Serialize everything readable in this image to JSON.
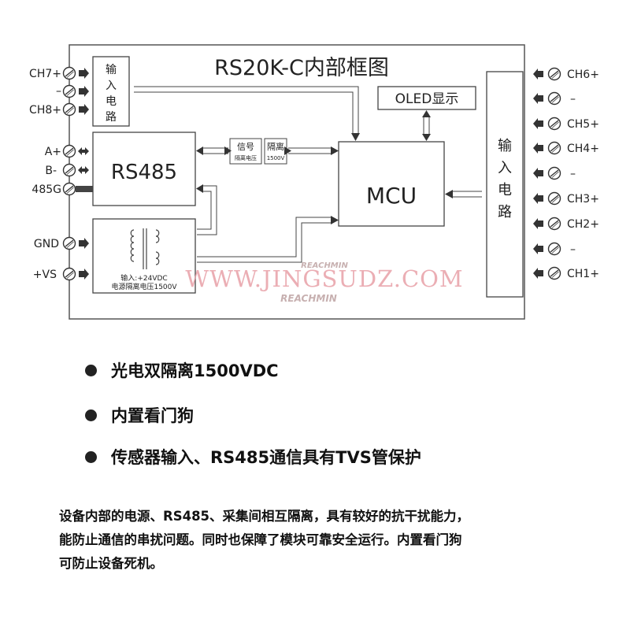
{
  "diagram": {
    "title": "RS20K-C内部框图",
    "left_input_block": [
      "输",
      "入",
      "电",
      "路"
    ],
    "right_input_block": [
      "输",
      "入",
      "电",
      "路"
    ],
    "rs485_block": "RS485",
    "mcu_block": "MCU",
    "oled_block": "OLED显示",
    "signal_label": "信号",
    "signal_sub": "隔离电压",
    "isolation_label": "隔离",
    "isolation_sub": "1500V",
    "power_block_line1": "输入:+24VDC",
    "power_block_line2": "电源隔离电压1500V",
    "left_terminals": [
      "CH7+",
      "–",
      "CH8+",
      "A+",
      "B-",
      "485G",
      "GND",
      "+VS"
    ],
    "right_terminals": [
      "CH6+",
      "–",
      "CH5+",
      "CH4+",
      "–",
      "CH3+",
      "CH2+",
      "–",
      "CH1+"
    ],
    "watermark_url": "WWW.JINGSUDZ.COM",
    "watermark_brand_top": "REACHMIN",
    "watermark_brand_bottom": "REACHMIN"
  },
  "features": [
    "光电双隔离1500VDC",
    "内置看门狗",
    "传感器输入、RS485通信具有TVS管保护"
  ],
  "description": [
    "设备内部的电源、RS485、采集间相互隔离，具有较好的抗干扰能力，",
    "能防止通信的串扰问题。同时也保障了模块可靠安全运行。内置看门狗",
    "可防止设备死机。"
  ],
  "colors": {
    "line": "#333333",
    "watermark": "#e8a0a8",
    "text": "#111111"
  }
}
